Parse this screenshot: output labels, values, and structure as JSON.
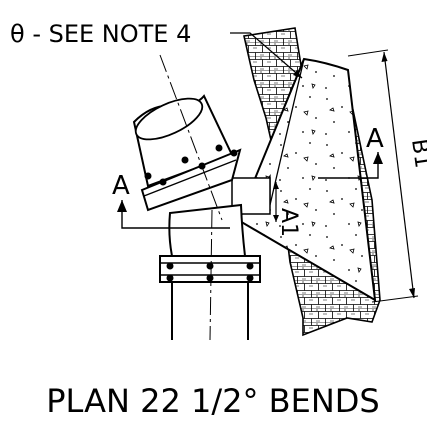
{
  "labels": {
    "theta_note": "θ - SEE NOTE 4",
    "section_a_left": "A",
    "section_a_right": "A",
    "dim_a1": "A1",
    "dim_b1": "B1",
    "caption": "PLAN 22 1/2° BENDS"
  },
  "colors": {
    "line": "#000000",
    "background": "#ffffff"
  }
}
